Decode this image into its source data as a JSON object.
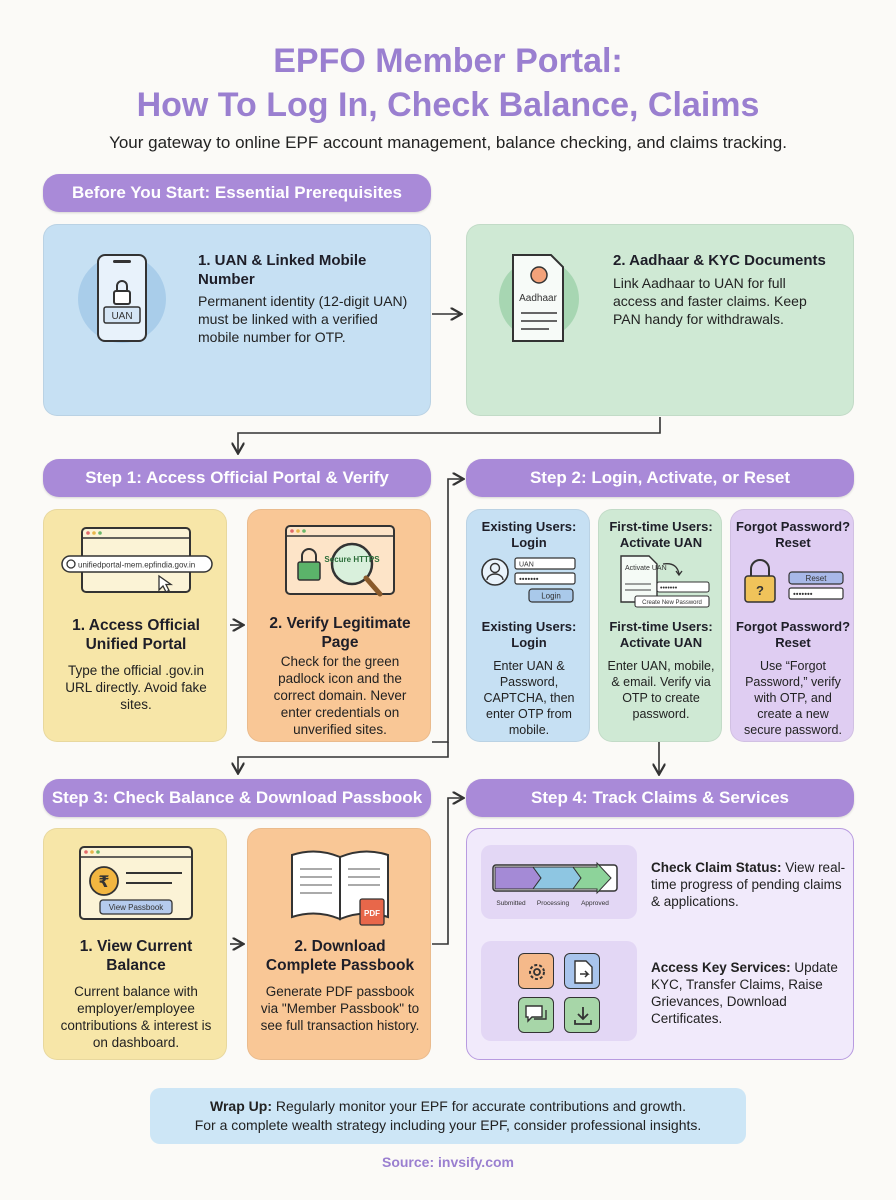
{
  "header": {
    "title_line1": "EPFO Member Portal:",
    "title_line2": "How To Log In, Check Balance, Claims",
    "subtitle": "Your gateway to online EPF account management, balance checking, and claims tracking."
  },
  "prereq": {
    "section_title": "Before You Start: Essential Prerequisites",
    "card1": {
      "title": "1. UAN & Linked Mobile Number",
      "body": "Permanent identity (12-digit UAN) must be linked with a verified mobile number for OTP.",
      "icon_label": "UAN"
    },
    "card2": {
      "title": "2. Aadhaar & KYC Documents",
      "body": "Link Aadhaar to UAN for full access and faster claims. Keep PAN handy for withdrawals.",
      "icon_label": "Aadhaar"
    }
  },
  "step1": {
    "section_title": "Step 1: Access Official Portal & Verify",
    "card1": {
      "title": "1. Access Official Unified Portal",
      "body": "Type the official .gov.in URL directly. Avoid fake sites.",
      "url": "unifiedportal-mem.epfindia.gov.in"
    },
    "card2": {
      "title": "2. Verify Legitimate Page",
      "body": "Check for the green padlock icon and the correct domain. Never enter credentials on unverified sites.",
      "icon_label": "Secure HTTPS"
    }
  },
  "step2": {
    "section_title": "Step 2: Login, Activate, or Reset",
    "col1": {
      "top_title": "Existing Users: Login",
      "field1": "UAN",
      "field2": "•••••••",
      "button": "Login",
      "title": "Existing Users: Login",
      "body": "Enter UAN & Password, CAPTCHA, then enter OTP from mobile."
    },
    "col2": {
      "top_title": "First-time Users: Activate UAN",
      "doc_label": "Activate UAN",
      "pw_label": "Create New Password",
      "title": "First-time Users: Activate UAN",
      "body": "Enter UAN, mobile, & email. Verify via OTP to create password."
    },
    "col3": {
      "top_title": "Forgot Password? Reset",
      "button": "Reset",
      "field": "•••••••",
      "title": "Forgot Password? Reset",
      "body": "Use “Forgot Password,” verify with OTP, and create a new secure password."
    }
  },
  "step3": {
    "section_title": "Step 3: Check Balance & Download Passbook",
    "card1": {
      "title": "1. View Current Balance",
      "body": "Current balance with employer/employee contributions & interest is on dashboard.",
      "button": "View Passbook",
      "currency": "₹"
    },
    "card2": {
      "title": "2. Download Complete Passbook",
      "body": "Generate PDF passbook via \"Member Passbook\" to see full transaction history.",
      "badge": "PDF"
    }
  },
  "step4": {
    "section_title": "Step 4: Track Claims & Services",
    "claim": {
      "title": "Check Claim Status:",
      "body": " View real-time progress of pending claims & applications.",
      "stages": [
        "Submitted",
        "Processing",
        "Approved"
      ]
    },
    "services": {
      "title": "Access Key Services:",
      "body": " Update KYC, Transfer Claims, Raise Grievances, Download Certificates."
    }
  },
  "footer": {
    "wrap_title": "Wrap Up:",
    "wrap_line1": " Regularly monitor your EPF for accurate contributions and growth.",
    "wrap_line2": "For a complete wealth strategy including your EPF, consider professional insights.",
    "source": "Source: invsify.com"
  }
}
